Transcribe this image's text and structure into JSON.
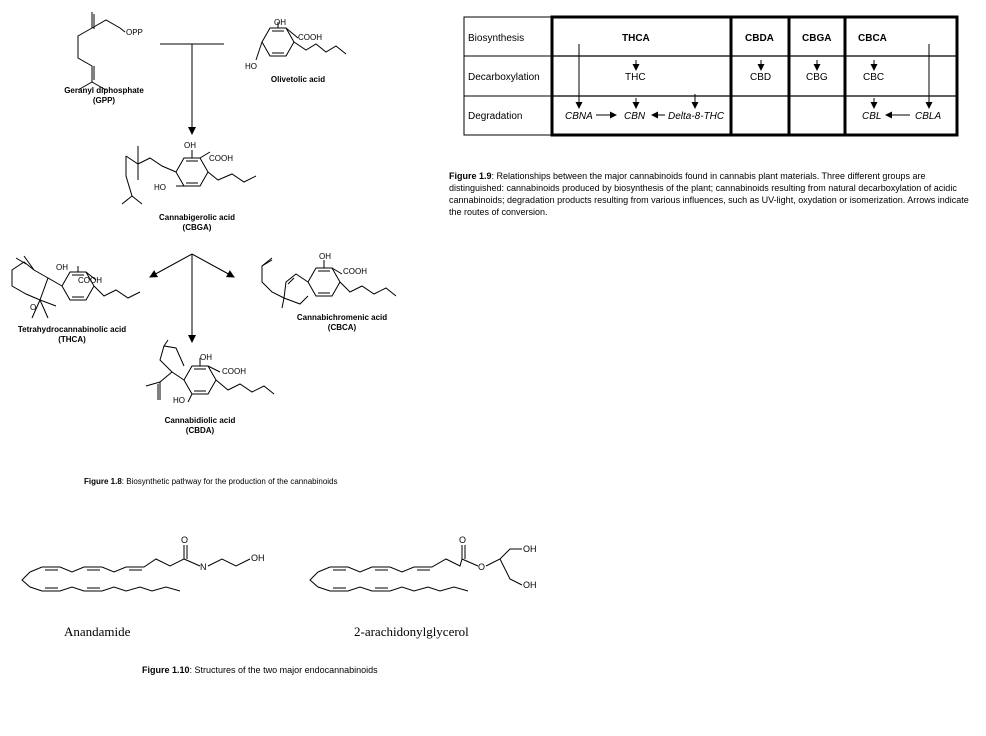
{
  "fig18": {
    "compounds": {
      "gpp": "Geranyl diphosphate",
      "gpp_abbr": "(GPP)",
      "olivetolic": "Olivetolic acid",
      "cbga": "Cannabigerolic acid",
      "cbga_abbr": "(CBGA)",
      "thca": "Tetrahydrocannabinolic acid",
      "thca_abbr": "(THCA)",
      "cbca": "Cannabichromenic acid",
      "cbca_abbr": "(CBCA)",
      "cbda": "Cannabidiolic acid",
      "cbda_abbr": "(CBDA)"
    },
    "atoms": {
      "opp": "OPP",
      "oh": "OH",
      "cooh": "COOH",
      "ho": "HO",
      "o": "O"
    },
    "caption_label": "Figure 1.8",
    "caption_text": ": Biosynthetic pathway for the production of the cannabinoids"
  },
  "fig19": {
    "rows": [
      "Biosynthesis",
      "Decarboxylation",
      "Degradation"
    ],
    "biosynthesis": [
      "THCA",
      "CBDA",
      "CBGA",
      "CBCA"
    ],
    "decarboxylation": [
      "THC",
      "CBD",
      "CBG",
      "CBC"
    ],
    "degradation": [
      "CBNA",
      "CBN",
      "Delta-8-THC",
      "CBL",
      "CBLA"
    ],
    "caption_label": "Figure 1.9",
    "caption_text": ": Relationships between the major cannabinoids found in cannabis plant materials. Three different groups are distinguished: cannabinoids produced by biosynthesis of the plant; cannabinoids resulting from natural decarboxylation of acidic cannabinoids; degradation products resulting from various influences, such as UV-light, oxydation or isomerization. Arrows indicate the routes of conversion."
  },
  "fig110": {
    "names": [
      "Anandamide",
      "2-arachidonylglycerol"
    ],
    "atoms": {
      "o": "O",
      "n": "N",
      "oh": "OH"
    },
    "caption_label": "Figure 1.10",
    "caption_text": ": Structures of the two major endocannabinoids"
  }
}
